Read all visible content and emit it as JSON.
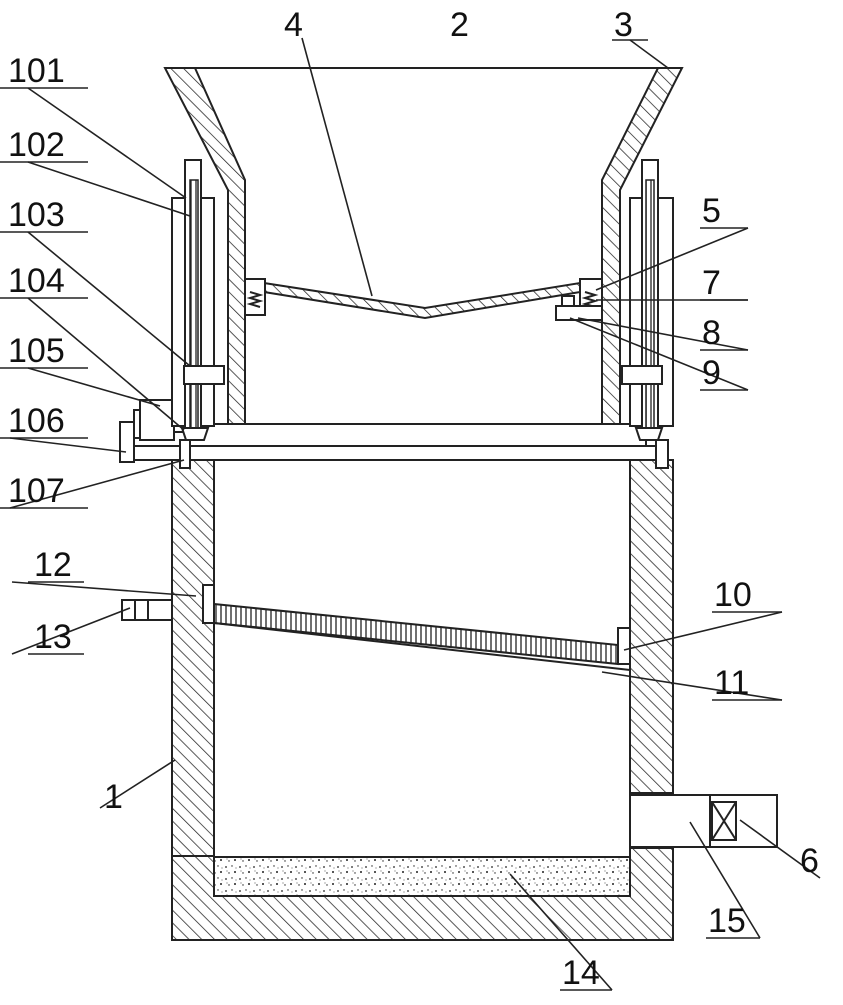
{
  "figure": {
    "labels": {
      "l1": "1",
      "l2": "2",
      "l3": "3",
      "l4": "4",
      "l5": "5",
      "l6": "6",
      "l7": "7",
      "l8": "8",
      "l9": "9",
      "l10": "10",
      "l11": "11",
      "l12": "12",
      "l13": "13",
      "l14": "14",
      "l15": "15",
      "l101": "101",
      "l102": "102",
      "l103": "103",
      "l104": "104",
      "l105": "105",
      "l106": "106",
      "l107": "107"
    }
  }
}
